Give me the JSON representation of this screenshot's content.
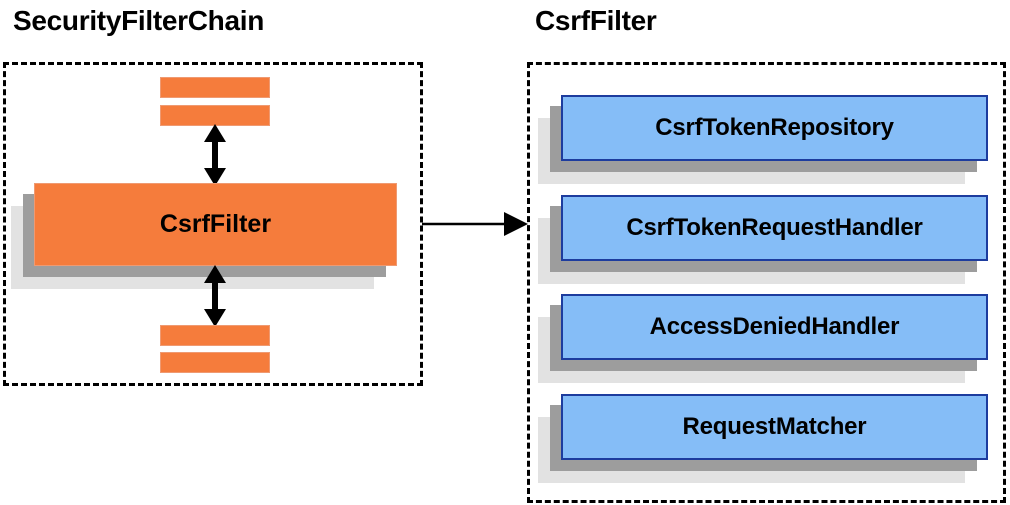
{
  "diagram": {
    "type": "component-relationship",
    "panels": [
      {
        "id": "security-filter-chain",
        "title": "SecurityFilterChain",
        "style": "dashed-border",
        "highlighted_component": "CsrfFilter",
        "filler_bars_above": 2,
        "filler_bars_below": 2
      },
      {
        "id": "csrf-filter",
        "title": "CsrfFilter",
        "style": "dashed-border",
        "components": [
          {
            "label": "CsrfTokenRepository"
          },
          {
            "label": "CsrfTokenRequestHandler"
          },
          {
            "label": "AccessDeniedHandler"
          },
          {
            "label": "RequestMatcher"
          }
        ]
      }
    ],
    "connectors": [
      {
        "id": "chain-to-detail",
        "kind": "single-headed-arrow",
        "from": "security-filter-chain",
        "to": "csrf-filter"
      },
      {
        "id": "above-to-csrffilter",
        "kind": "double-headed-arrow",
        "from": "filter-bar-above",
        "to": "CsrfFilter"
      },
      {
        "id": "csrffilter-to-below",
        "kind": "double-headed-arrow",
        "from": "CsrfFilter",
        "to": "filter-bar-below"
      }
    ],
    "colors": {
      "orange_fill": "#f57c3c",
      "orange_border": "#ef9a72",
      "blue_fill": "#85bdf7",
      "blue_border": "#1d3c9e",
      "shadow_near": "#9d9d9d",
      "shadow_far": "#e2e2e2",
      "panel_border": "#000000",
      "text": "#000000",
      "background": "#ffffff"
    }
  }
}
